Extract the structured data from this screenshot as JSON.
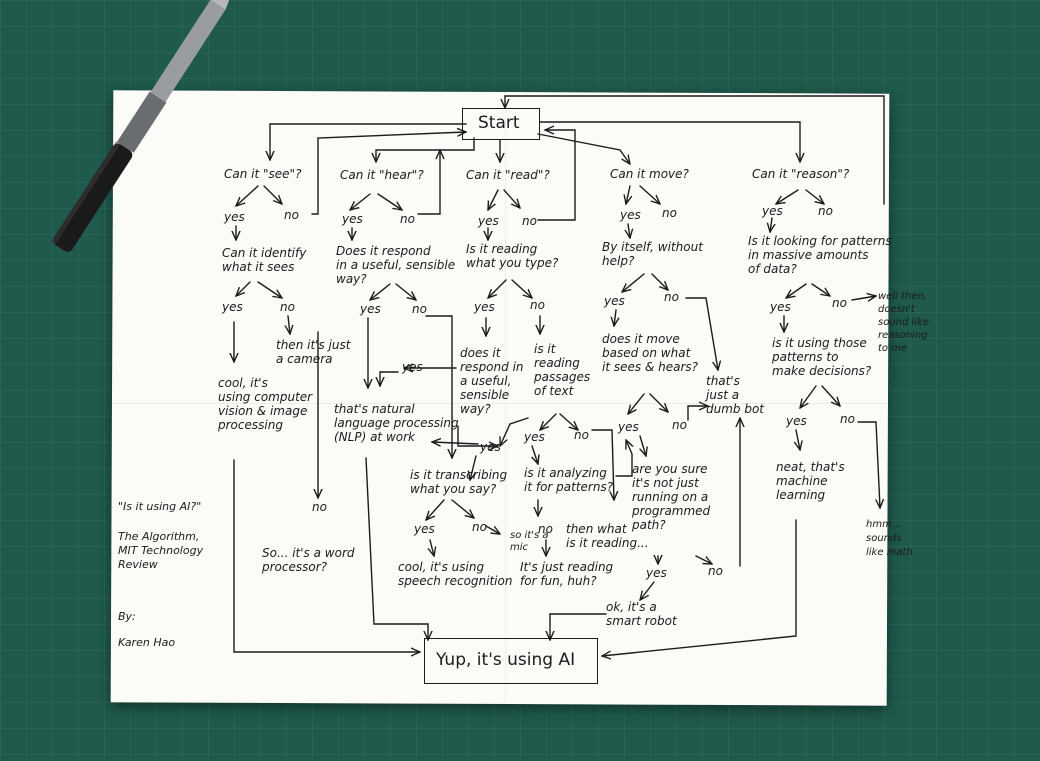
{
  "nodes": {
    "start": "Start",
    "see_q": "Can it \"see\"?",
    "hear_q": "Can it \"hear\"?",
    "read_q": "Can it \"read\"?",
    "move_q": "Can it move?",
    "reason_q": "Can it \"reason\"?",
    "see_yes": "yes",
    "see_no": "no",
    "see_identify": "Can it identify\nwhat it sees",
    "see_identify_yes": "yes",
    "see_identify_no": "no",
    "see_camera": "then it's just\na camera",
    "see_cv": "cool, it's\nusing computer\nvision & image\nprocessing",
    "hear_yes": "yes",
    "hear_no": "no",
    "hear_respond": "Does it respond\nin a useful, sensible\nway?",
    "hear_respond_yes": "yes",
    "hear_respond_no": "no",
    "nlp": "that's natural\nlanguage processing\n(NLP) at work",
    "nlp_yes": "yes",
    "word_no": "no",
    "word_processor": "So... it's a word\nprocessor?",
    "read_yes": "yes",
    "read_no": "no",
    "read_typing": "Is it reading\nwhat you type?",
    "read_typing_yes": "yes",
    "read_typing_no": "no",
    "read_respond": "does it\nrespond in\na useful,\nsensible\nway?",
    "read_passages": "is it\nreading\npassages\nof text",
    "passages_yes": "yes",
    "passages_no": "no",
    "transcribe_yes": "yes",
    "transcribe_q": "is it transcribing\nwhat you say?",
    "transcribe_q_yes": "yes",
    "transcribe_q_no": "no",
    "mic": "so it's a\nmic",
    "speech": "cool, it's using\nspeech recognition",
    "analyze_q": "is it analyzing\nit for patterns?",
    "analyze_no": "no",
    "what_reading": "then what\nis it reading...",
    "fun": "It's just reading\nfor fun, huh?",
    "move_yes": "yes",
    "move_no": "no",
    "move_itself": "By itself, without\nhelp?",
    "itself_yes": "yes",
    "itself_no": "no",
    "move_based": "does it move\nbased on what\nit sees & hears?",
    "based_yes": "yes",
    "based_no": "no",
    "dumb_bot": "that's\njust a\ndumb bot",
    "sure_q": "are you sure\nit's not just\nrunning on a\nprogrammed\npath?",
    "sure_yes": "yes",
    "sure_no": "no",
    "smart_robot": "ok, it's a\nsmart robot",
    "reason_yes": "yes",
    "reason_no": "no",
    "reason_patterns": "Is it looking for patterns\nin massive amounts\nof data?",
    "patterns_yes": "yes",
    "patterns_no": "no",
    "not_reasoning": "well then,\ndoesn't\nsound like\nreasoning\nto me",
    "decisions_q": "is it using those\npatterns to\nmake decisions?",
    "decisions_yes": "yes",
    "decisions_no": "no",
    "ml": "neat, that's\nmachine\nlearning",
    "math": "hmm...\nsounds\nlike math",
    "ai": "Yup, it's using AI"
  },
  "credits": {
    "title": "\"Is it using AI?\"",
    "source": "The Algorithm,\nMIT Technology\nReview",
    "by": "By:",
    "author": "Karen Hao"
  },
  "colors": {
    "ink": "#1b1b1b",
    "paper": "#fbfbf8",
    "mat": "#1f5a4c"
  },
  "icons": {
    "pen": "ballpoint-pen-icon"
  }
}
